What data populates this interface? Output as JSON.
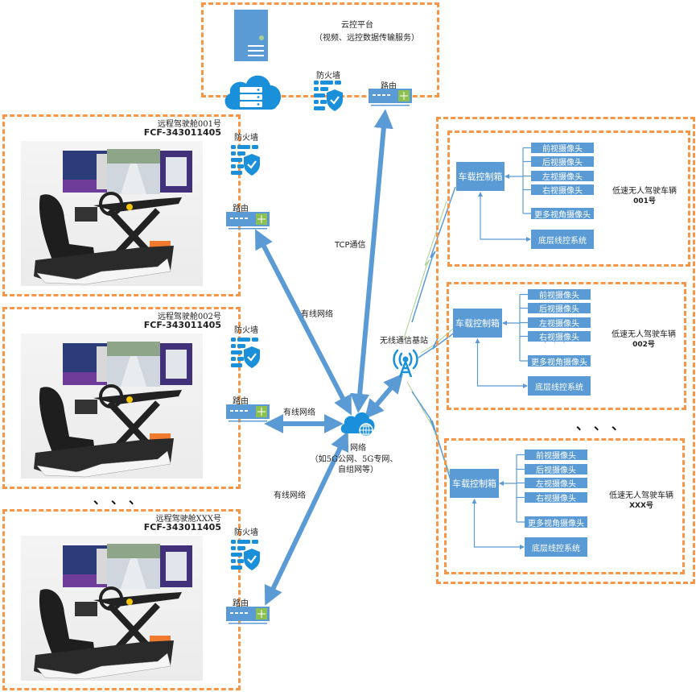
{
  "colors": {
    "dashed_border": "#F79646",
    "box_fill": "#5B9BD5",
    "arrow": "#5B9BD5",
    "icon_blue": "#1A8FDA",
    "router_green": "#8CC152",
    "wireless_green": "#A9D18E"
  },
  "cloud_platform": {
    "title": "云控平台",
    "subtitle": "（视频、远控数据传输服务）",
    "icons": [
      "server-icon",
      "cloud-server-icon"
    ],
    "firewall_label": "防火墙",
    "router_label": "路由"
  },
  "cockpits": [
    {
      "name": "远程驾驶舱001号",
      "id": "FCF-343011405",
      "firewall_label": "防火墙",
      "router_label": "路由"
    },
    {
      "name": "远程驾驶舱002号",
      "id": "FCF-343011405",
      "firewall_label": "防火墙",
      "router_label": "路由"
    },
    {
      "name": "远程驾驶舱XXX号",
      "id": "FCF-343011405",
      "firewall_label": "防火墙",
      "router_label": "路由"
    }
  ],
  "connections": {
    "tcp_label": "TCP通信",
    "wired_labels": [
      "有线网络",
      "有线网络",
      "有线网络"
    ]
  },
  "network": {
    "title": "网络",
    "line1": "（如5G公网、5G专网、",
    "line2": "自组网等）"
  },
  "base_station": {
    "label": "无线通信基站"
  },
  "ellipsis": "、、、",
  "vehicles": [
    {
      "controller": "车载控制箱",
      "cameras": [
        "前视摄像头",
        "后视摄像头",
        "左视摄像头",
        "右视摄像头"
      ],
      "dots": "· · ·",
      "more_cameras": "更多视角摄像头",
      "chassis": "底层线控系统",
      "title": "低速无人驾驶车辆",
      "number": "001号"
    },
    {
      "controller": "车载控制箱",
      "cameras": [
        "前视摄像头",
        "后视摄像头",
        "左视摄像头",
        "右视摄像头"
      ],
      "dots": "· · ·",
      "more_cameras": "更多视角摄像头",
      "chassis": "底层线控系统",
      "title": "低速无人驾驶车辆",
      "number": "002号"
    },
    {
      "controller": "车载控制箱",
      "cameras": [
        "前视摄像头",
        "后视摄像头",
        "左视摄像头",
        "右视摄像头"
      ],
      "dots": "· · ·",
      "more_cameras": "更多视角摄像头",
      "chassis": "底层线控系统",
      "title": "低速无人驾驶车辆",
      "number": "XXX号"
    }
  ]
}
